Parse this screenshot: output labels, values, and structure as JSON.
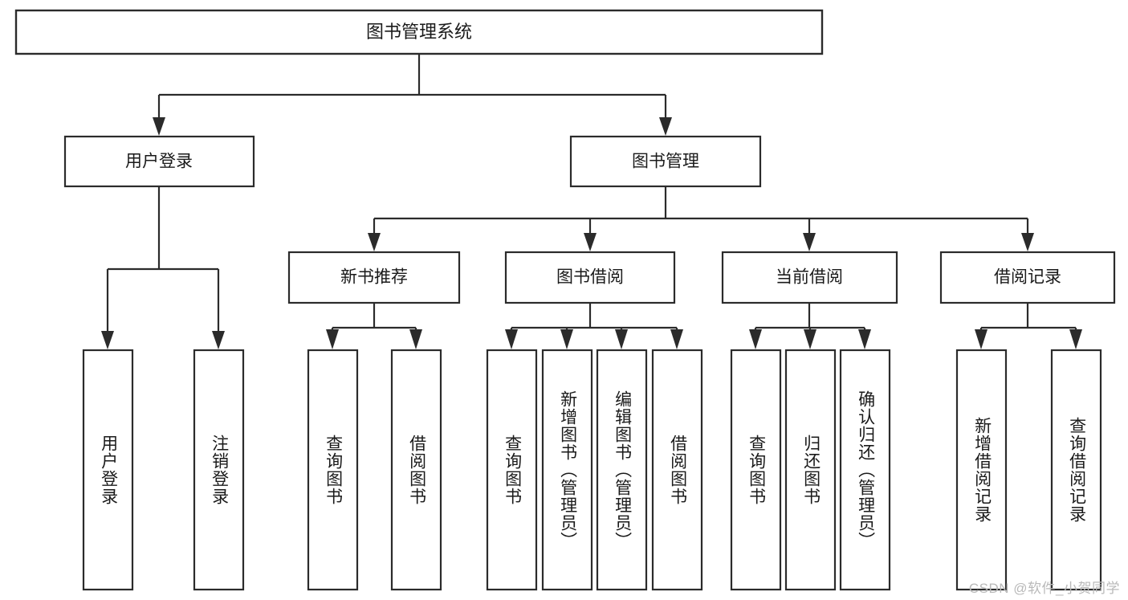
{
  "diagram": {
    "type": "tree",
    "title": "图书管理系统",
    "orientation": "top-down",
    "watermark": "CSDN @软件_小贺同学",
    "colors": {
      "stroke": "#2b2b2b",
      "fill": "#ffffff",
      "text": "#1a1a1a",
      "watermark": "#b9b9b9",
      "background": "#ffffff"
    },
    "levels": {
      "root": "图书管理系统",
      "level2": [
        "用户登录",
        "图书管理"
      ],
      "level3": [
        "新书推荐",
        "图书借阅",
        "当前借阅",
        "借阅记录"
      ]
    }
  },
  "nodes": {
    "root": {
      "label": "图书管理系统"
    },
    "user_login": {
      "label": "用户登录"
    },
    "book_manage": {
      "label": "图书管理"
    },
    "new_book_rec": {
      "label": "新书推荐"
    },
    "book_borrow": {
      "label": "图书借阅"
    },
    "current_borrow": {
      "label": "当前借阅"
    },
    "borrow_record": {
      "label": "借阅记录"
    }
  },
  "leaves": {
    "user_login": [
      {
        "label": "用户登录"
      },
      {
        "label": "注销登录"
      }
    ],
    "new_book_rec": [
      {
        "label": "查询图书"
      },
      {
        "label": "借阅图书"
      }
    ],
    "book_borrow": [
      {
        "label": "查询图书"
      },
      {
        "label": "新增图书（管理员）"
      },
      {
        "label": "编辑图书（管理员）"
      },
      {
        "label": "借阅图书"
      }
    ],
    "current_borrow": [
      {
        "label": "查询图书"
      },
      {
        "label": "归还图书"
      },
      {
        "label": "确认归还（管理员）"
      }
    ],
    "borrow_record": [
      {
        "label": "新增借阅记录"
      },
      {
        "label": "查询借阅记录"
      }
    ]
  }
}
